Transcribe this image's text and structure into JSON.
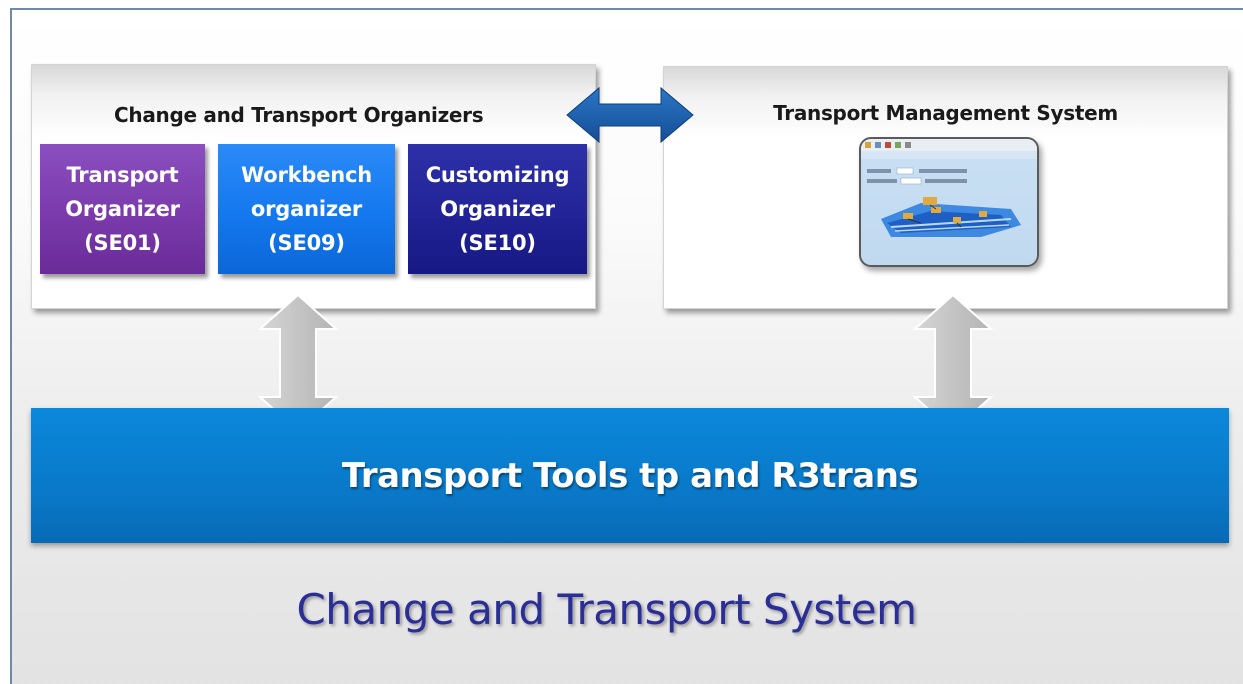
{
  "change_transport_organizers": {
    "title": "Change and Transport Organizers",
    "organizers": [
      {
        "label": "Transport\nOrganizer\n(SE01)",
        "color": "#7a3aab"
      },
      {
        "label": "Workbench\norganizer\n(SE09)",
        "color": "#1478ee"
      },
      {
        "label": "Customizing\nOrganizer\n(SE10)",
        "color": "#212396"
      }
    ]
  },
  "transport_management_system": {
    "title": "Transport Management System",
    "thumbnail_icon": "screenshot-thumbnail"
  },
  "transport_tools": {
    "label": "Transport Tools tp and R3trans",
    "color": "#0a79c9"
  },
  "system_title": "Change and Transport System",
  "colors": {
    "title_text": "#2a2e96",
    "bidirectional_arrow": "#1b5fa8",
    "vertical_arrow": "#c8c8c8"
  }
}
